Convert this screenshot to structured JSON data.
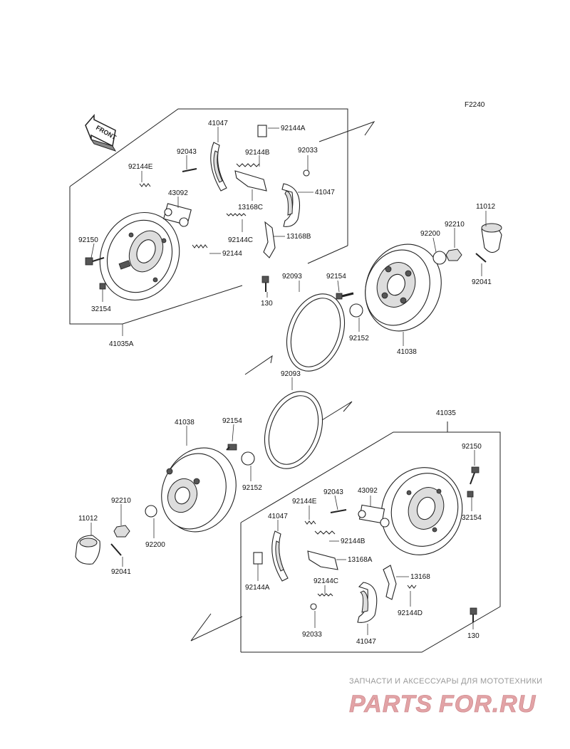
{
  "figure_code": "F2240",
  "front_label": "FRONT",
  "labels": {
    "upper": {
      "l41047a": "41047",
      "l92144A": "92144A",
      "l92043": "92043",
      "l92144B": "92144B",
      "l92033": "92033",
      "l92144E": "92144E",
      "l43092": "43092",
      "l41047b": "41047",
      "l13168C": "13168C",
      "l92144C": "92144C",
      "l13168B": "13168B",
      "l92150": "92150",
      "l92144": "92144",
      "l32154": "32154",
      "l130": "130",
      "l41035A": "41035A"
    },
    "right_hub": {
      "l11012": "11012",
      "l92200": "92200",
      "l92210": "92210",
      "l92093": "92093",
      "l92154": "92154",
      "l92152": "92152",
      "l41038": "41038",
      "l92041": "92041"
    },
    "lower_hub": {
      "l92093": "92093",
      "l41038": "41038",
      "l92154": "92154",
      "l92152": "92152",
      "l92210": "92210",
      "l11012": "11012",
      "l92200": "92200",
      "l92041": "92041"
    },
    "lower": {
      "l41035": "41035",
      "l92150": "92150",
      "l92043": "92043",
      "l43092": "43092",
      "l92144E": "92144E",
      "l32154": "32154",
      "l41047a": "41047",
      "l92144B": "92144B",
      "l13168A": "13168A",
      "l13168": "13168",
      "l92144A": "92144A",
      "l92144C": "92144C",
      "l92144D": "92144D",
      "l92033": "92033",
      "l41047b": "41047",
      "l130": "130"
    }
  },
  "watermark": {
    "caption": "ЗАПЧАСТИ И АКСЕССУАРЫ ДЛЯ МОТОТЕХНИКИ",
    "brand_left": "PARTS",
    "brand_right": "FOR.RU",
    "brand_color": "#e2a3a6"
  }
}
